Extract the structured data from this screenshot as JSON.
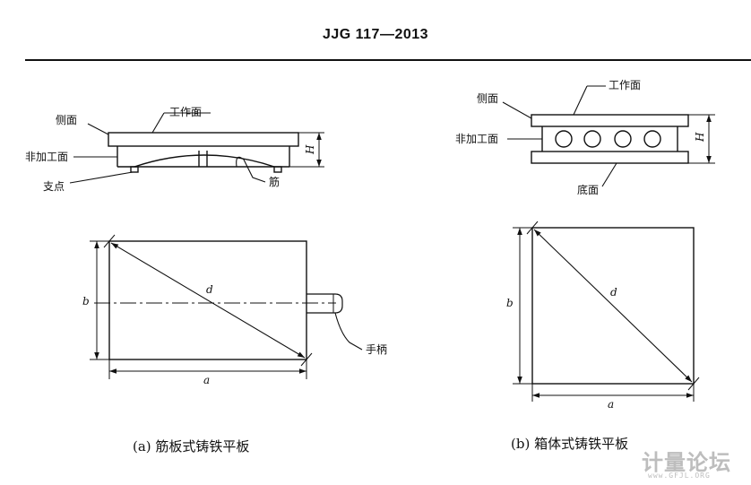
{
  "header": {
    "doc_number": "JJG 117—2013"
  },
  "figure_a": {
    "labels": {
      "side_face": "侧面",
      "work_face": "工作面",
      "non_machined_face": "非加工面",
      "support_point": "支点",
      "rib": "筋",
      "height": "H",
      "width_b": "b",
      "diagonal_d": "d",
      "length_a": "a",
      "handle": "手柄"
    },
    "caption": "(a) 筋板式铸铁平板"
  },
  "figure_b": {
    "labels": {
      "side_face": "侧面",
      "work_face": "工作面",
      "non_machined_face": "非加工面",
      "bottom_face": "底面",
      "height": "H",
      "width_b": "b",
      "diagonal_d": "d",
      "length_a": "a"
    },
    "caption": "(b) 箱体式铸铁平板"
  },
  "watermark": {
    "main": "计量论坛",
    "url": "www.GFJL.ORG"
  }
}
